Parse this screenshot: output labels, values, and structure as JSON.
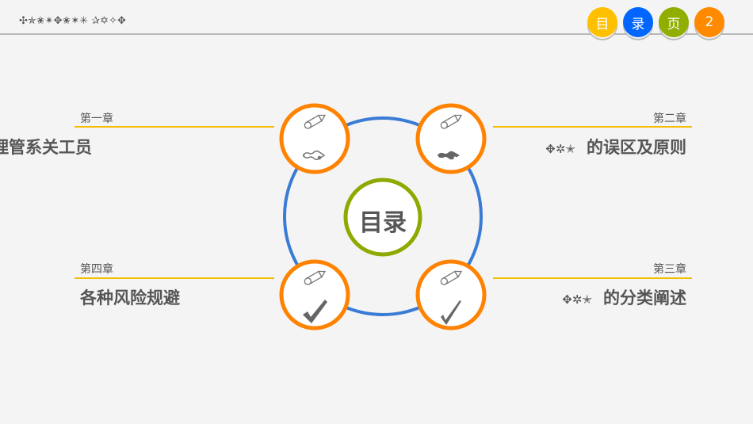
{
  "header": {
    "decorative_title": "✣✯✬✴✥✬✶✳ ✰✡✧✥",
    "badges": [
      {
        "label": "目",
        "color": "#FFC000"
      },
      {
        "label": "录",
        "color": "#0066FF"
      },
      {
        "label": "页",
        "color": "#8FAE00"
      },
      {
        "label": "2",
        "color": "#FF8A00"
      }
    ]
  },
  "center": {
    "label": "目录"
  },
  "chapters": [
    {
      "chapter": "第一章",
      "title": "理管系关工员",
      "icon": "pen-nib-outline-icon"
    },
    {
      "chapter": "第二章",
      "prefix": "✥✲✭",
      "title": "的误区及原则",
      "icon": "pen-nib-filled-icon"
    },
    {
      "chapter": "第三章",
      "prefix": "✥✲✭",
      "title": "的分类阐述",
      "icon": "checkmark-thin-icon"
    },
    {
      "chapter": "第四章",
      "title": "各种风险规避",
      "icon": "checkmark-heavy-icon"
    }
  ],
  "colors": {
    "ring": "#3A7BD5",
    "node": "#FF8200",
    "center": "#8DAA00",
    "line": "#F5BD00"
  }
}
